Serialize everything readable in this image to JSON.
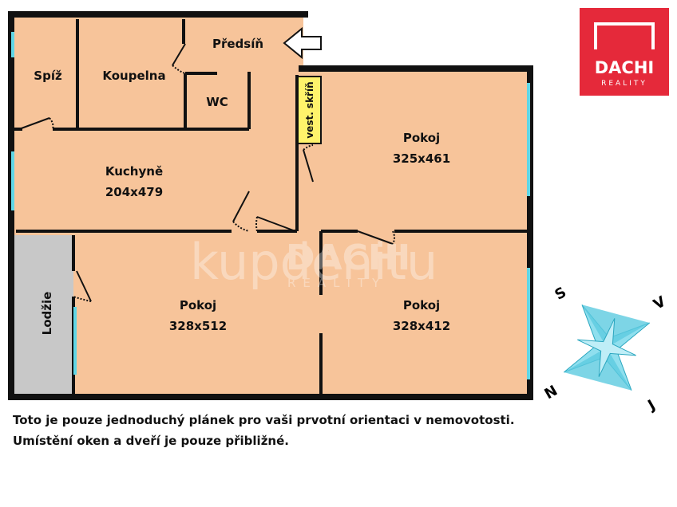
{
  "rooms": [
    {
      "id": "spiz",
      "name": "Spíž",
      "size": ""
    },
    {
      "id": "koupelna",
      "name": "Koupelna",
      "size": ""
    },
    {
      "id": "predsin",
      "name": "Předsíň",
      "size": ""
    },
    {
      "id": "wc",
      "name": "WC",
      "size": ""
    },
    {
      "id": "vest_skrin",
      "name": "vest. skříň",
      "size": ""
    },
    {
      "id": "kuchyne",
      "name": "Kuchyně",
      "size": "204x479"
    },
    {
      "id": "pokoj_top",
      "name": "Pokoj",
      "size": "325x461"
    },
    {
      "id": "lodzie",
      "name": "Lodžie",
      "size": ""
    },
    {
      "id": "pokoj_left",
      "name": "Pokoj",
      "size": "328x512"
    },
    {
      "id": "pokoj_right",
      "name": "Pokoj",
      "size": "328x412"
    }
  ],
  "compass": {
    "n": "N",
    "s": "S",
    "v": "V",
    "j": "J"
  },
  "logo": {
    "brand": "DACHI",
    "sub": "REALITY"
  },
  "watermark": {
    "site": "kupdenitu",
    "brand": "DACHI",
    "sub": "REALITY"
  },
  "note": {
    "line1": "Toto je pouze jednoduchý plánek pro vaši prvotní orientaci v nemovotosti.",
    "line2": "Umístění oken a dveří je pouze přibližné."
  },
  "colors": {
    "room": "#f7c49a",
    "loggia": "#c8c8c8",
    "wall": "#111111",
    "window": "#5fd6e6",
    "closet": "#fff36b",
    "logo_bg": "#e5293a",
    "compass": "#5ccbe0"
  }
}
